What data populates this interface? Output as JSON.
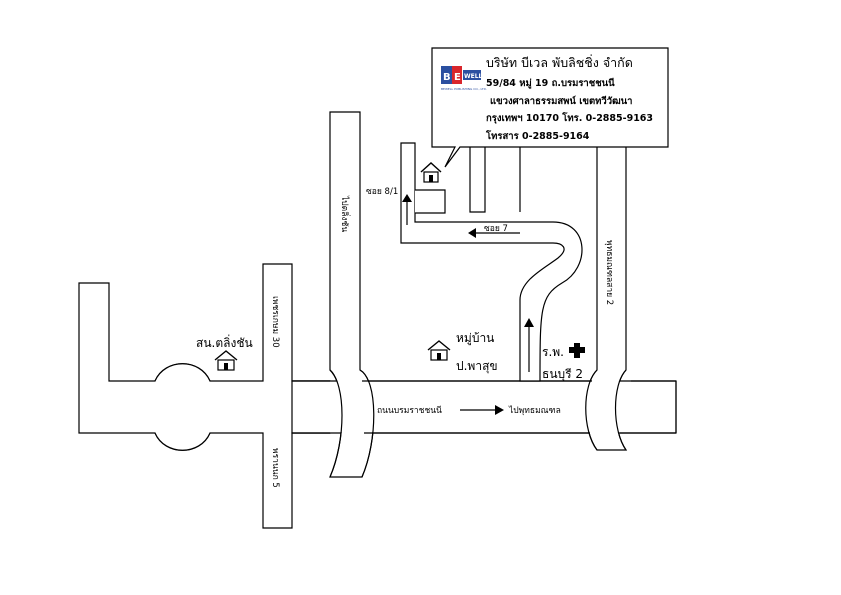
{
  "company": {
    "logo_text": "BE WELL",
    "logo_tagline": "BEWELL PUBLISHING CO., LTD.",
    "name": "บริษัท บีเวล พับลิชชิ่ง จำกัด",
    "address_line1": "59/84 หมู่ 19 ถ.บรมราชชนนี",
    "address_line2": "แขวงศาลาธรรมสพน์ เขตทวีวัฒนา",
    "address_line3": "กรุงเทพฯ 10170 โทร. 0-2885-9163",
    "fax": "โทรสาร 0-2885-9164"
  },
  "roads": {
    "soi_8_1": "ซอย 8/1",
    "soi_7": "ซอย 7",
    "to_taling_chan": "ไปตลิ่งชัน",
    "phutthamonthon_sai_2": "พุทธมณฑลสาย 2",
    "phetkasem_30": "เพชรเกษม 30",
    "phran_nok_5": "พรานนก 5",
    "borommaratchachonnani": "ถนนบรมราชชนนี",
    "to_phutthamonthon": "ไปพุทธมณฑล"
  },
  "places": {
    "taling_chan_station_l1": "สน.ตลิ่งชัน",
    "village_l1": "หมู่บ้าน",
    "village_l2": "ป.พาสุข",
    "hospital_l1": "ร.พ.",
    "hospital_l2": "ธนบุรี 2"
  },
  "colors": {
    "line": "#000000",
    "logo_blue": "#2b4fa0",
    "logo_red": "#d9262c"
  }
}
